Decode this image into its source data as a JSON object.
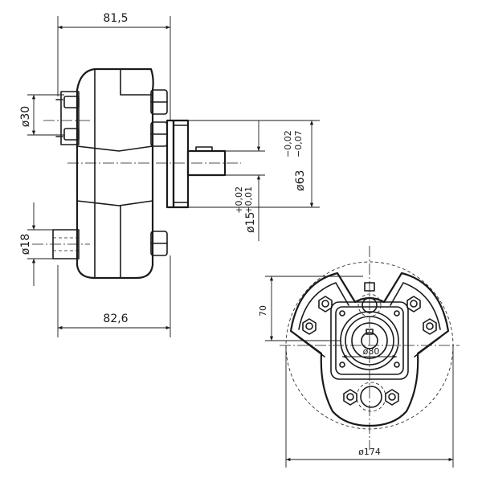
{
  "dimensions": {
    "width_top": "81,5",
    "width_bottom": "82,6",
    "dia_upper_port": "ø30",
    "dia_lower_port": "ø18",
    "dia_shaft": "ø15",
    "dia_shaft_tol_upper": "+0,02",
    "dia_shaft_tol_lower": "+0,01",
    "dia_pilot": "ø63",
    "dia_pilot_tol_upper": "−0,02",
    "dia_pilot_tol_lower": "−0,07",
    "offset_70": "70",
    "dia_bolt_circle": "ø80",
    "dia_flange": "ø174"
  }
}
